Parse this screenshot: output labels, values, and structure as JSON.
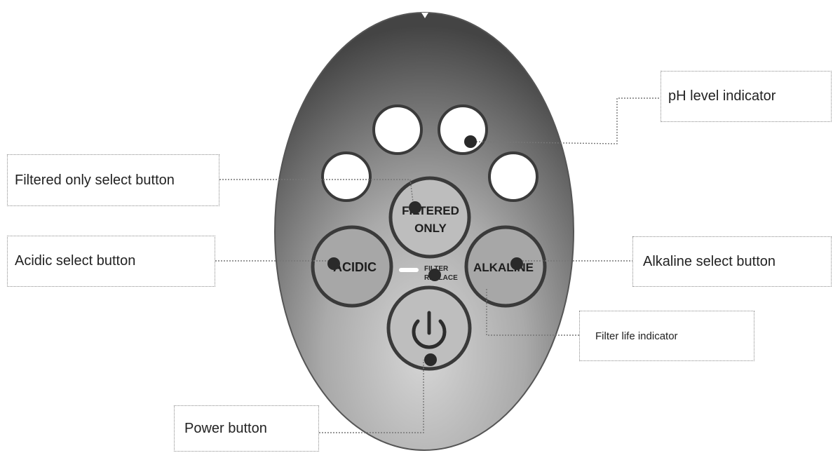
{
  "panel": {
    "buttons": {
      "filtered_only": [
        "FILTERED",
        "ONLY"
      ],
      "acidic": "ACIDIC",
      "alkaline": "ALKALINE",
      "filter_replace": [
        "FILTER",
        "REPLACE"
      ]
    }
  },
  "labels": {
    "ph_level_indicator": "pH level indicator",
    "filtered_only_select": "Filtered only select button",
    "acidic_select": "Acidic select button",
    "alkaline_select": "Alkaline select button",
    "filter_life_indicator": "Filter life indicator",
    "power_button": "Power button"
  },
  "colors": {
    "panel_dark": "#4a4a4a",
    "panel_light": "#c8c8c8",
    "ring": "#3c3c3c",
    "marker": "#2a2a2a",
    "leader": "#777777"
  }
}
